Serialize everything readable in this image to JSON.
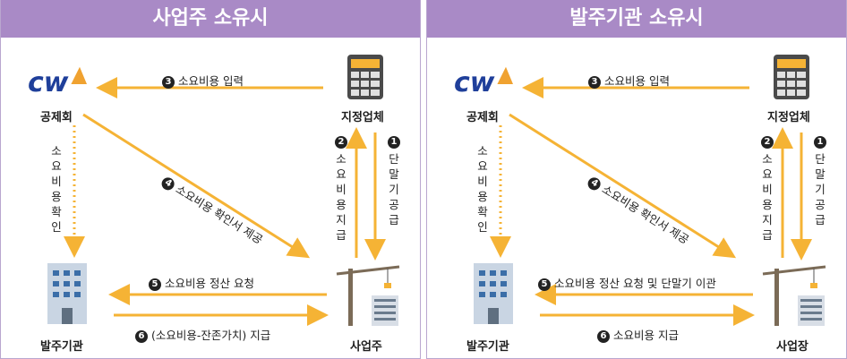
{
  "left": {
    "title": "사업주 소유시",
    "labels": {
      "cw": "공제회",
      "vendor": "지정업체",
      "owner": "발주기관",
      "site": "사업주"
    },
    "steps": {
      "s3": "소요비용 입력",
      "s4": "소요비용 확인서 제공",
      "s5": "소요비용 정산 요청",
      "s6": "(소요비용-잔존가치) 지급",
      "s2": "소요비용지급",
      "s1": "단말기공급",
      "confirm": "소요비용확인"
    }
  },
  "right": {
    "title": "발주기관 소유시",
    "labels": {
      "cw": "공제회",
      "vendor": "지정업체",
      "owner": "발주기관",
      "site": "사업장"
    },
    "steps": {
      "s3": "소요비용 입력",
      "s4": "소요비용 확인서 제공",
      "s5": "소요비용 정산 요청 및 단말기 이관",
      "s6": "소요비용 지급",
      "s2": "소요비용지급",
      "s1": "단말기공급",
      "confirm": "소요비용확인"
    }
  },
  "nums": {
    "n1": "1",
    "n2": "2",
    "n3": "3",
    "n4": "4",
    "n5": "5",
    "n6": "6"
  },
  "colors": {
    "header": "#a98ac6",
    "arrow": "#f5b335",
    "logo_blue": "#1f3f9a",
    "logo_orange": "#f0a230",
    "building": "#8fa9c4"
  }
}
